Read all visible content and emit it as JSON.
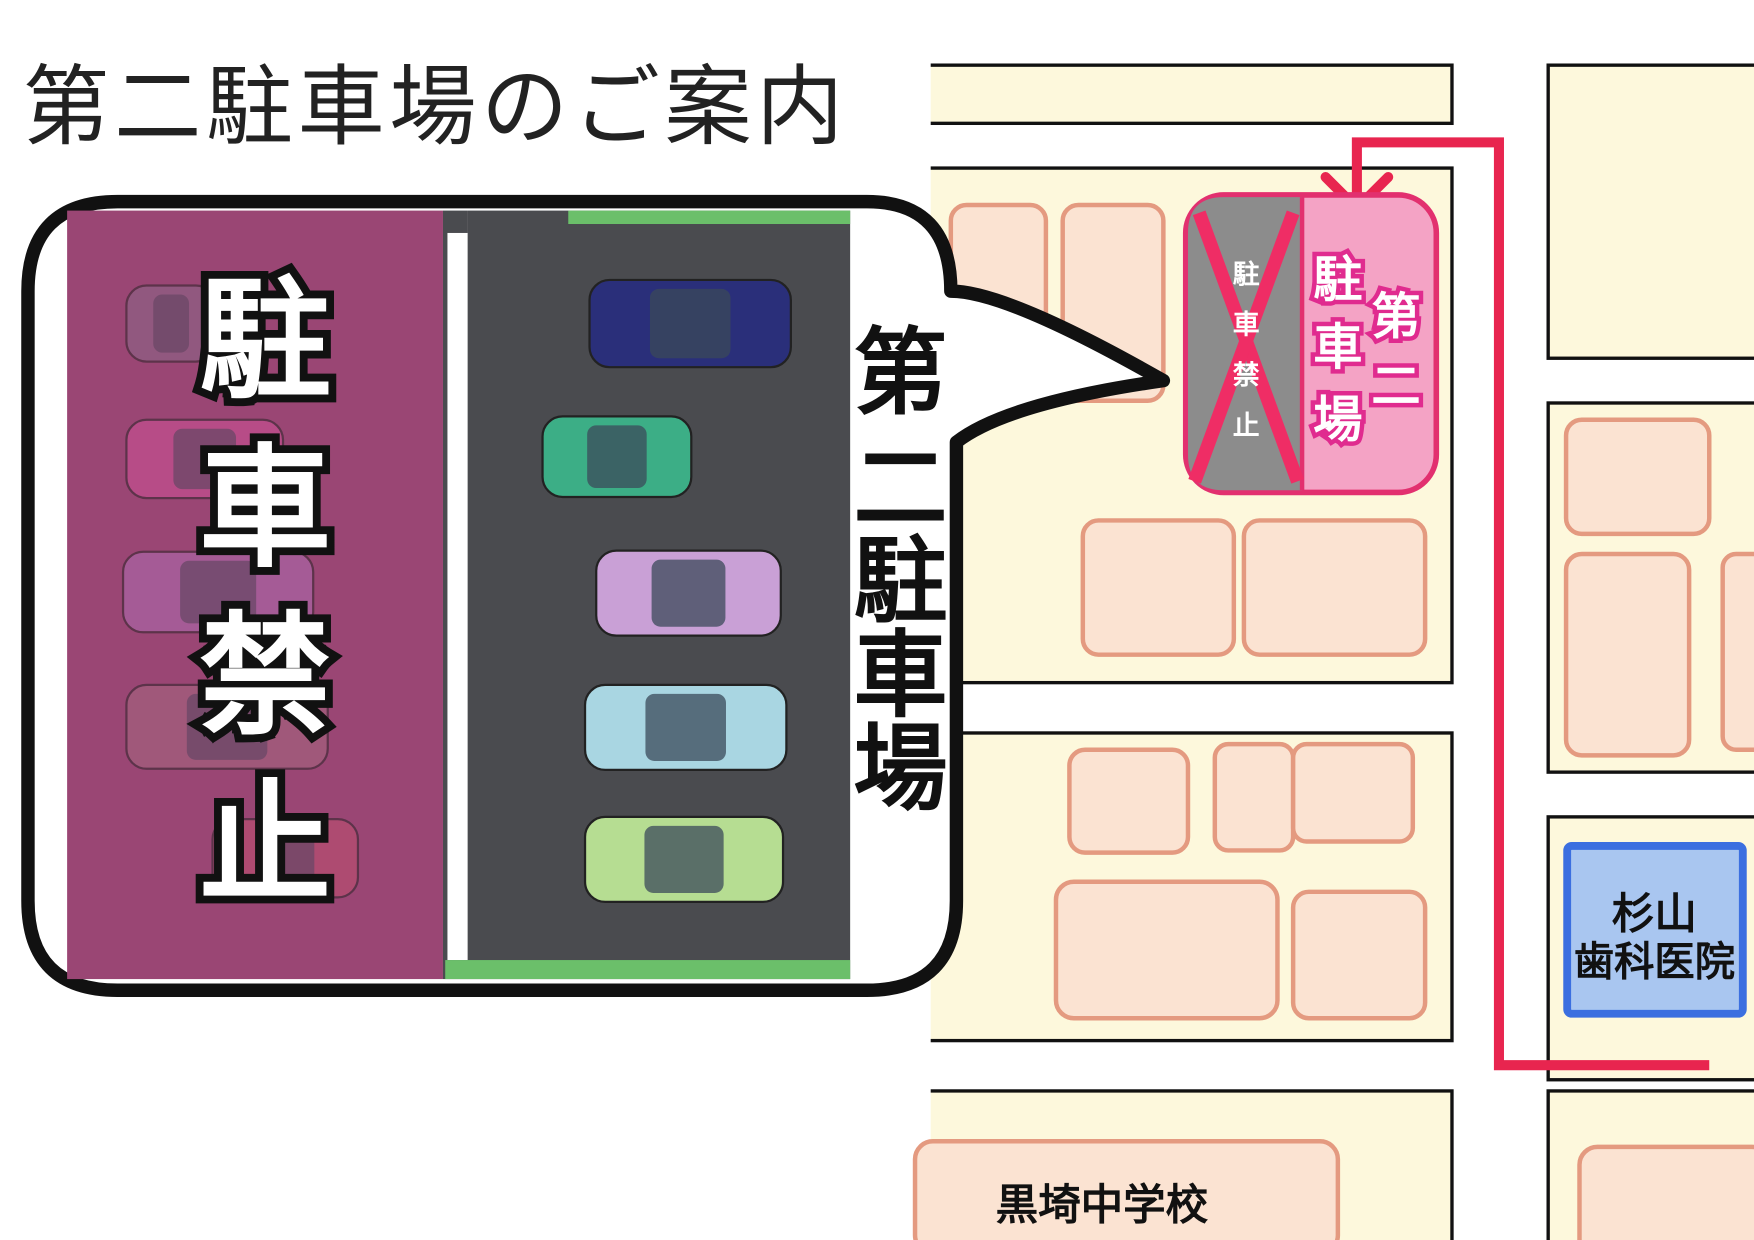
{
  "title": "第二駐車場のご案内",
  "callout": {
    "no_parking_chars": [
      "駐",
      "車",
      "禁",
      "止"
    ],
    "second_lot_chars": [
      "第",
      "二",
      "駐",
      "車",
      "場"
    ]
  },
  "map": {
    "sign_no_parking_chars": [
      "駐",
      "車",
      "禁",
      "止"
    ],
    "sign_lot_chars": [
      "駐",
      "車",
      "場"
    ],
    "sign_second_chars": [
      "第",
      "二"
    ],
    "dental_line1": "杉山",
    "dental_line2": "歯科医院",
    "school": "黒埼中学校"
  },
  "colors": {
    "route": "#e8254f",
    "no_parking_zone": "#9a4674",
    "asphalt": "#4a4b4f",
    "lot_sign": "#f4a3c5",
    "dental": "#a9c6f0"
  },
  "cars_parked": [
    "navy",
    "green",
    "lavender",
    "light-blue",
    "light-green"
  ],
  "cars_faded": [
    "gray",
    "pink",
    "purple",
    "brown",
    "red"
  ]
}
